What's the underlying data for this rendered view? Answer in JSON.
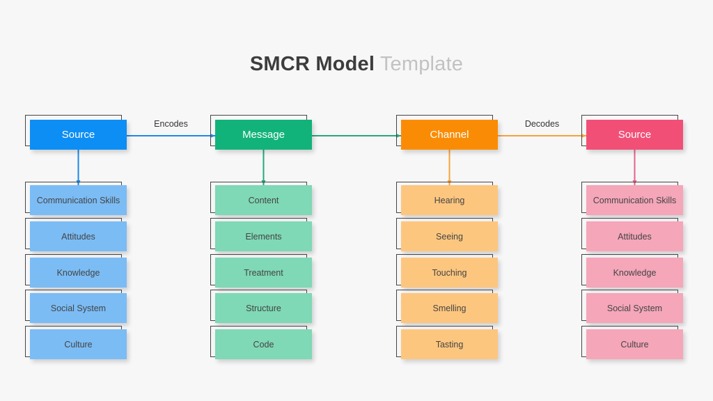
{
  "title": {
    "bold": "SMCR Model",
    "light": "Template"
  },
  "connectors": [
    {
      "label": "Encodes",
      "color": "#1e88e5"
    },
    {
      "label": "",
      "color": "#26a87a"
    },
    {
      "label": "Decodes",
      "color": "#f5a23a"
    }
  ],
  "columns": [
    {
      "header": "Source",
      "header_color": "#0d8ef5",
      "item_color": "#7bbcf5",
      "line_color": "#1e88e5",
      "items": [
        "Communication Skills",
        "Attitudes",
        "Knowledge",
        "Social System",
        "Culture"
      ]
    },
    {
      "header": "Message",
      "header_color": "#12b37b",
      "item_color": "#7fd8b6",
      "line_color": "#26a87a",
      "items": [
        "Content",
        "Elements",
        "Treatment",
        "Structure",
        "Code"
      ]
    },
    {
      "header": "Channel",
      "header_color": "#fa8c05",
      "item_color": "#fdc67f",
      "line_color": "#f5a23a",
      "items": [
        "Hearing",
        "Seeing",
        "Touching",
        "Smelling",
        "Tasting"
      ]
    },
    {
      "header": "Source",
      "header_color": "#f24f77",
      "item_color": "#f5a6b9",
      "line_color": "#e56289",
      "items": [
        "Communication Skills",
        "Attitudes",
        "Knowledge",
        "Social System",
        "Culture"
      ]
    }
  ]
}
